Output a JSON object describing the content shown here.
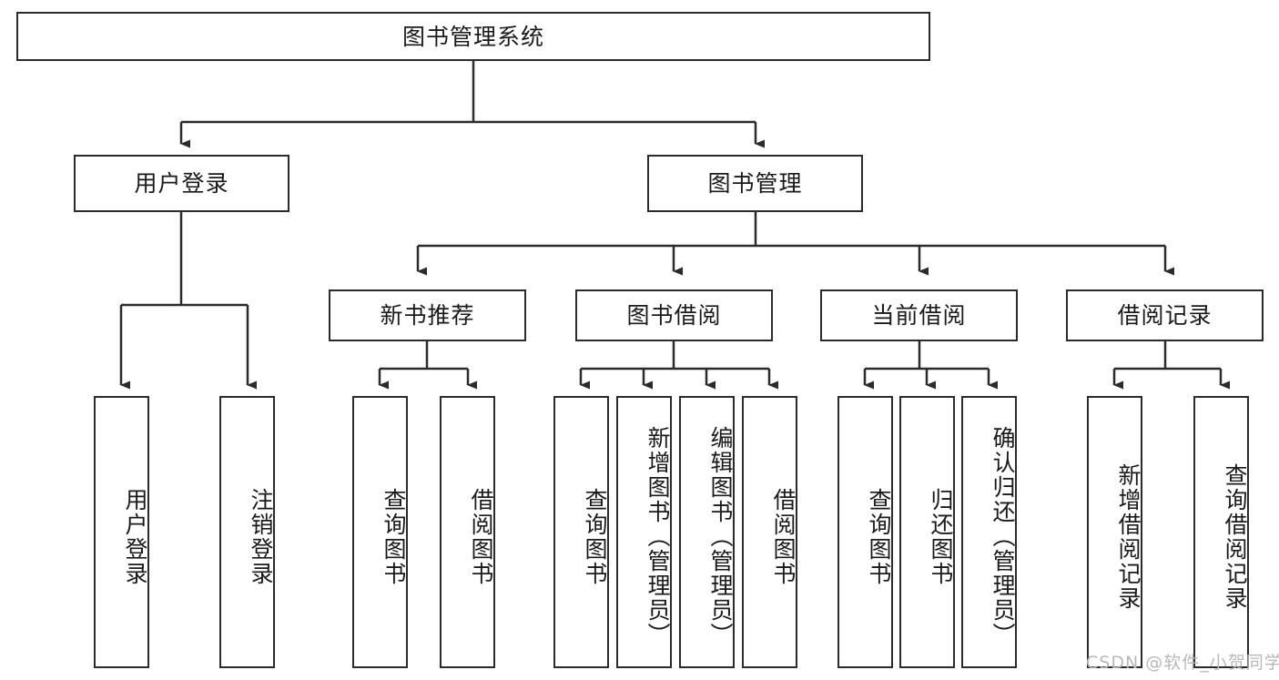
{
  "diagram": {
    "title": "图书管理系统",
    "type": "功能结构图",
    "stroke_color": "#2b2b2b",
    "background_color": "#ffffff",
    "text_color": "#1a1a1a"
  },
  "root": {
    "label": "图书管理系统"
  },
  "level2": [
    {
      "label": "用户登录"
    },
    {
      "label": "图书管理"
    }
  ],
  "level3": [
    {
      "label": "新书推荐"
    },
    {
      "label": "图书借阅"
    },
    {
      "label": "当前借阅"
    },
    {
      "label": "借阅记录"
    }
  ],
  "leaves": {
    "user_login": [
      {
        "label": "用户登录"
      },
      {
        "label": "注销登录"
      }
    ],
    "new_book": [
      {
        "label": "查询图书"
      },
      {
        "label": "借阅图书"
      }
    ],
    "book_borrow": [
      {
        "label": "查询图书"
      },
      {
        "label": "新增图书（管理员）"
      },
      {
        "label": "编辑图书（管理员）"
      },
      {
        "label": "借阅图书"
      }
    ],
    "current_borrow": [
      {
        "label": "查询图书"
      },
      {
        "label": "归还图书"
      },
      {
        "label": "确认归还（管理员）"
      }
    ],
    "borrow_record": [
      {
        "label": "新增借阅记录"
      },
      {
        "label": "查询借阅记录"
      }
    ]
  },
  "watermark": {
    "text": "CSDN @软件_小贺同学"
  }
}
